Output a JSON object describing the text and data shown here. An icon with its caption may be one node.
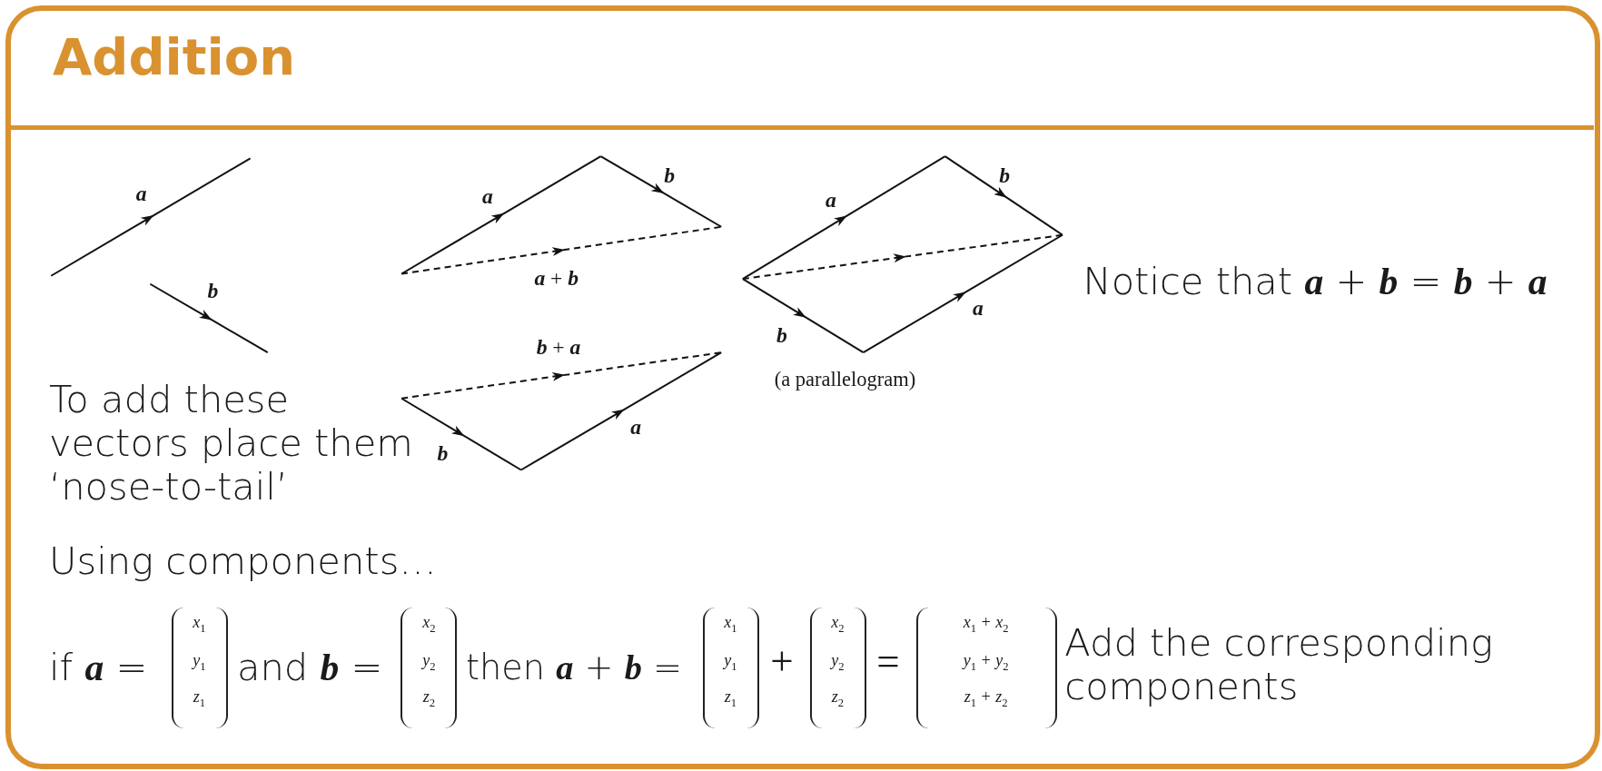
{
  "diagram": {
    "title": "Addition",
    "labels": [
      "a",
      "b",
      "a",
      "b",
      "**a** + **b**",
      "**b** + **a**",
      "b",
      "a",
      "a",
      "b",
      "b",
      "a",
      "(a parallelogram)",
      "Notice that **a** + **b** = **b** + **a**",
      "To add these vectors place them ‘nose-to-tail’",
      "Using components…",
      "if **a** =",
      "x$_{1}$",
      "y$_{1}$",
      "z$_{1}$",
      "and **b** =",
      "x$_{2}$",
      "y$_{2}$",
      "z$_{2}$",
      "then **a** + **b** =",
      "x$_{1}$",
      "y$_{1}$",
      "z$_{1}$",
      "+",
      "x$_{2}$",
      "y$_{2}$",
      "z$_{2}$",
      "=",
      "x$_{1}$ + x$_{2}$",
      "y$_{1}$ + y$_{2}$",
      "z$_{1}$ + z$_{2}$",
      "Add the corresponding components"
    ]
  }
}
